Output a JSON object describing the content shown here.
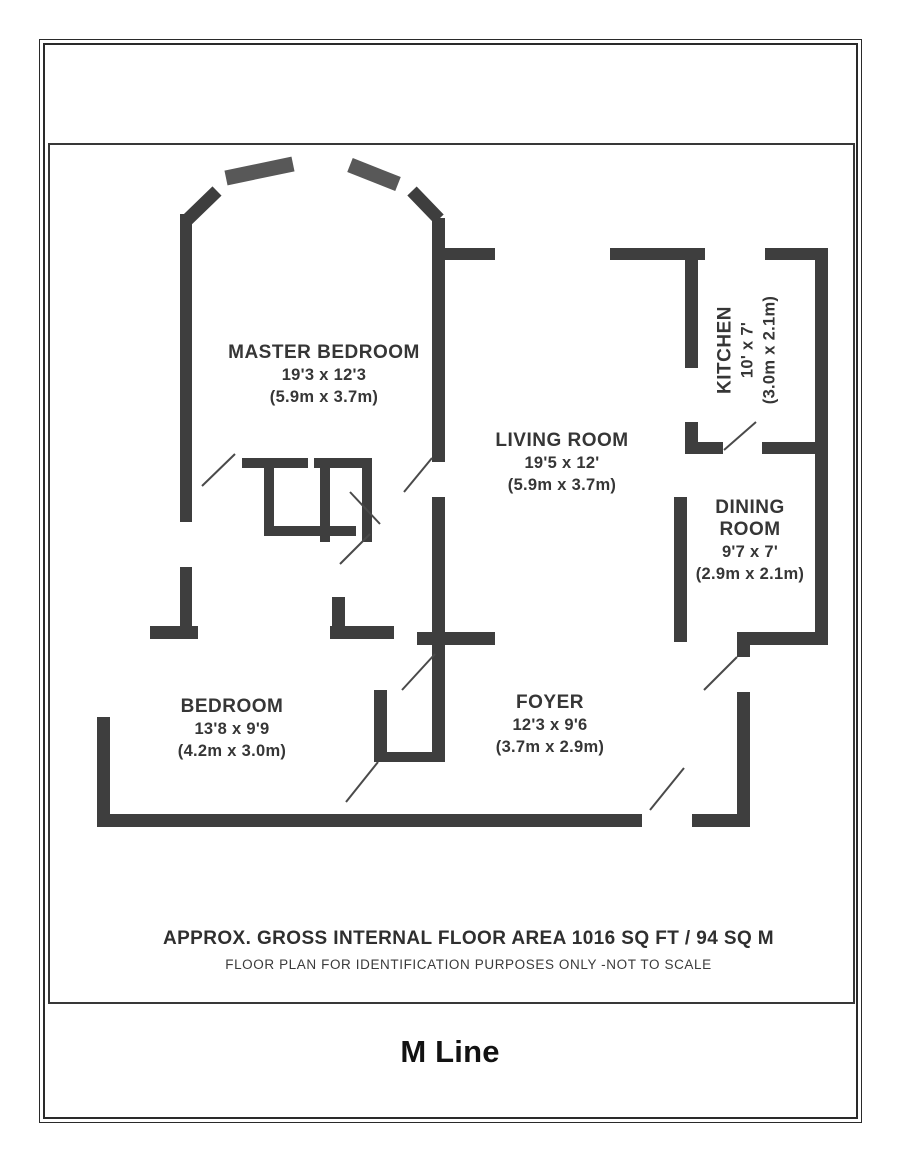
{
  "page": {
    "brand": "M Line"
  },
  "plan": {
    "rooms": [
      {
        "id": "master-bedroom",
        "name": "MASTER BEDROOM",
        "dims_ft": "19'3 x 12'3",
        "dims_m": "(5.9m x 3.7m)"
      },
      {
        "id": "living-room",
        "name": "LIVING ROOM",
        "dims_ft": "19'5 x 12'",
        "dims_m": "(5.9m x 3.7m)"
      },
      {
        "id": "kitchen",
        "name": "KITCHEN",
        "dims_ft": "10' x 7'",
        "dims_m": "(3.0m x 2.1m)"
      },
      {
        "id": "dining-room",
        "name": "DINING ROOM",
        "dims_ft": "9'7 x 7'",
        "dims_m": "(2.9m x 2.1m)"
      },
      {
        "id": "bedroom",
        "name": "BEDROOM",
        "dims_ft": "13'8 x 9'9",
        "dims_m": "(4.2m x 3.0m)"
      },
      {
        "id": "foyer",
        "name": "FOYER",
        "dims_ft": "12'3 x 9'6",
        "dims_m": "(3.7m x 2.9m)"
      }
    ],
    "footer": {
      "area_line": "APPROX. GROSS INTERNAL FLOOR AREA 1016 SQ FT / 94 SQ M",
      "disclaimer": "FLOOR PLAN FOR IDENTIFICATION PURPOSES ONLY -NOT TO SCALE"
    },
    "colors": {
      "wall": "#3e3e3e",
      "window_bar": "#585858",
      "text": "#363636"
    }
  }
}
